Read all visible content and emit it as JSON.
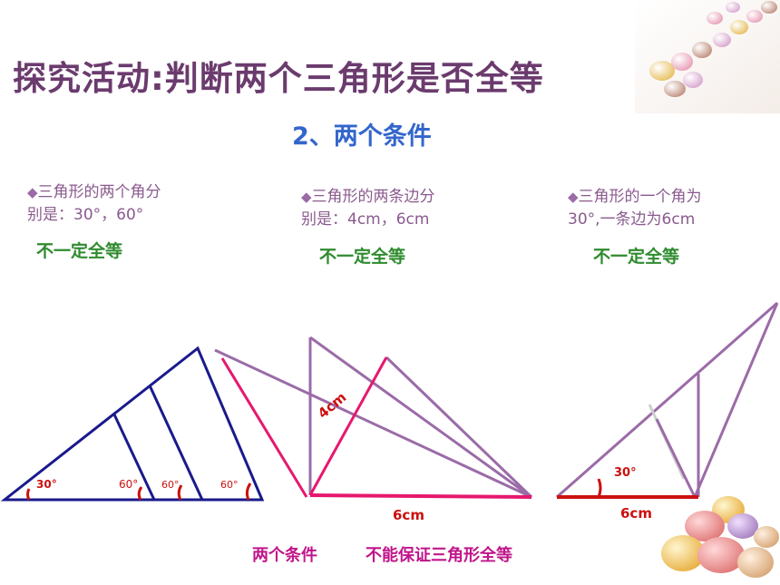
{
  "title": "探究活动:判断两个三角形是否全等",
  "subtitle": "2、两个条件",
  "conditions": [
    {
      "line1": "三角形的两个角分",
      "line2": "别是：30°，60°",
      "verdict": "不一定全等"
    },
    {
      "line1": "三角形的两条边分",
      "line2": "别是：4cm，6cm",
      "verdict": "不一定全等"
    },
    {
      "line1": "三角形的一个角为",
      "line2": "30°,一条边为6cm",
      "verdict": "不一定全等"
    }
  ],
  "bullet": "◆",
  "figures": {
    "angle30": "30°",
    "angle60": "60°",
    "side4": "4cm",
    "side6": "6cm"
  },
  "conclusion": {
    "part1": "两个条件",
    "part2": "不能保证三角形全等"
  },
  "colors": {
    "title": "#6b3b6e",
    "subtitle": "#3366cc",
    "verdict": "#2e8b2e",
    "navy": "#1a1a8c",
    "magenta": "#e6186e",
    "purple": "#9b6ba8",
    "red": "#cc1010"
  }
}
